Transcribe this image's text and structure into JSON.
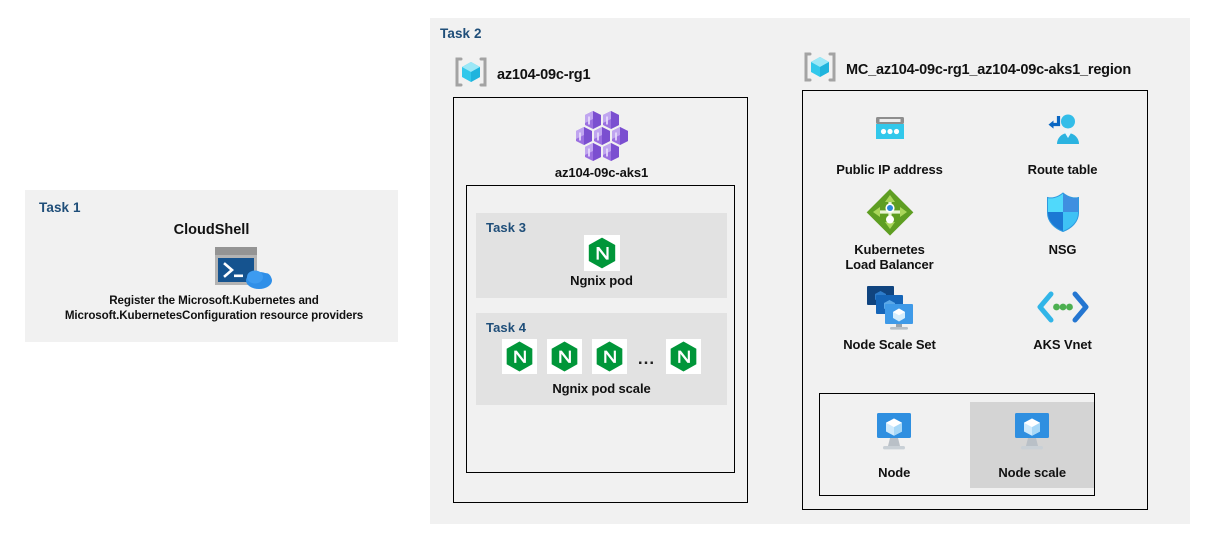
{
  "task1": {
    "label": "Task 1",
    "title": "CloudShell",
    "icon": "cloudshell-icon",
    "description": "Register the Microsoft.Kubernetes  and Microsoft.KubernetesConfiguration  resource providers"
  },
  "task2": {
    "label": "Task 2",
    "resource_groups": [
      {
        "name": "az104-09c-rg1",
        "icon": "resource-group-icon",
        "cluster": {
          "name": "az104-09c-aks1",
          "icon": "aks-cluster-icon",
          "tasks": [
            {
              "label": "Task 3",
              "caption": "Ngnix pod",
              "icon": "nginx-pod-icon",
              "pod_count": 1
            },
            {
              "label": "Task 4",
              "caption": "Ngnix pod scale",
              "icon": "nginx-pod-icon",
              "pod_count": 4,
              "ellipsis": "..."
            }
          ]
        }
      },
      {
        "name": "MC_az104-09c-rg1_az104-09c-aks1_region",
        "icon": "resource-group-icon",
        "resources": [
          {
            "caption": "Public IP address",
            "icon": "public-ip-icon"
          },
          {
            "caption": "Route table",
            "icon": "route-table-icon"
          },
          {
            "caption": "Kubernetes\nLoad Balancer",
            "icon": "load-balancer-icon"
          },
          {
            "caption": "NSG",
            "icon": "nsg-shield-icon"
          },
          {
            "caption": "Node Scale Set",
            "icon": "node-scale-set-icon"
          },
          {
            "caption": "AKS Vnet",
            "icon": "vnet-icon"
          }
        ],
        "node_box": [
          {
            "caption": "Node",
            "icon": "node-icon",
            "highlighted": false
          },
          {
            "caption": "Node scale",
            "icon": "node-icon",
            "highlighted": true
          }
        ]
      }
    ]
  },
  "colors": {
    "task_label": "#1f4e79",
    "panel_background": "#f1f1f1",
    "inner_panel": "#e2e2e2",
    "highlight": "#d4d4d4",
    "border": "#000000",
    "nginx_green": "#009639",
    "aks_purple": "#8661c5",
    "azure_blue": "#0078d4",
    "cyan": "#32c8eb",
    "load_balancer_green": "#6bb700"
  }
}
